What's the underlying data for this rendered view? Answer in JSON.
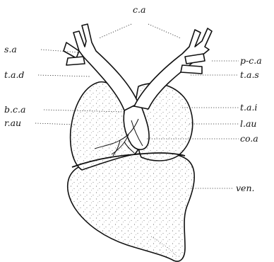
{
  "figure": {
    "labels": {
      "ca": "c.a",
      "sa": "s.a",
      "pca": "p-c.a",
      "tad": "t.a.d",
      "tas": "t.a.s",
      "bca": "b.c.a",
      "tai": "t.a.i",
      "rau": "r.au",
      "lau": "l.au",
      "coa": "co.a",
      "ven": "ven."
    }
  }
}
